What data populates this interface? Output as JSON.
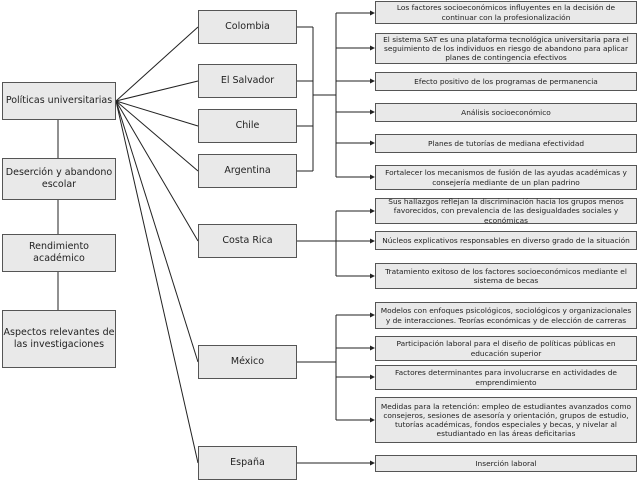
{
  "colors": {
    "box_fill": "#e9e9e9",
    "box_border": "#555555",
    "line": "#222222",
    "text": "#222222"
  },
  "left_column": {
    "root": "Políticas universitarias",
    "topics": [
      "Deserción y abandono escolar",
      "Rendimiento académico",
      "Aspectos relevantes de las investigaciones"
    ]
  },
  "countries": [
    "Colombia",
    "El Salvador",
    "Chile",
    "Argentina",
    "Costa Rica",
    "México",
    "España"
  ],
  "findings": {
    "group_1": [
      "Los factores socioeconómicos influyentes en la decisión de continuar con la profesionalización",
      "El sistema SAT es una plataforma tecnológica universitaria para el seguimiento de los individuos en riesgo de abandono para aplicar planes de contingencia efectivos",
      "Efecto positivo de los programas de permanencia",
      "Análisis socioeconómico",
      "Planes de tutorías de mediana efectividad",
      "Fortalecer los mecanismos de fusión de las ayudas académicas y consejería mediante de un plan padrino"
    ],
    "costa_rica": [
      "Sus hallazgos reflejan la discriminación hacia los grupos menos favorecidos, con prevalencia de las desigualdades sociales y económicas",
      "Núcleos explicativos responsables en diverso grado de la situación",
      "Tratamiento exitoso de los factores socioeconómicos mediante el sistema de becas"
    ],
    "mexico": [
      "Modelos con enfoques psicológicos, sociológicos y organizacionales y de interacciones. Teorías económicas y de elección de carreras",
      "Participación laboral para el diseño de políticas públicas en educación superior",
      "Factores determinantes para involucrarse en actividades de emprendimiento",
      "Medidas para la retención: empleo de estudiantes avanzados como consejeros, sesiones de asesoría y orientación, grupos de estudio, tutorías académicas, fondos especiales y becas, y nivelar al estudiantado en las áreas deficitarias"
    ],
    "espana": [
      "Inserción laboral"
    ]
  }
}
